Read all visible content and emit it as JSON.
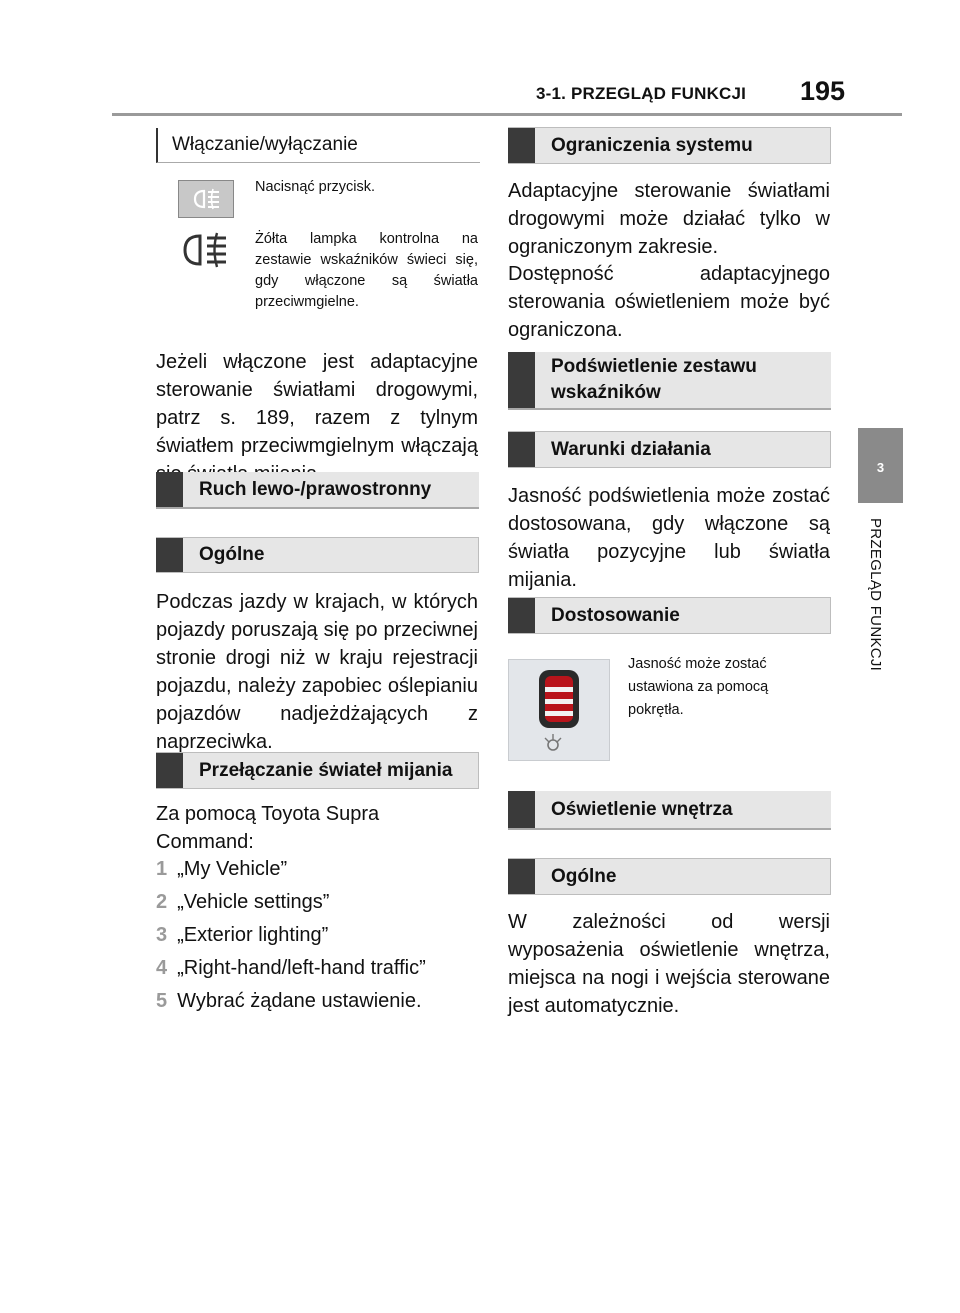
{
  "header": {
    "section": "3-1. PRZEGLĄD FUNKCJI",
    "page_number": "195"
  },
  "side_tab": {
    "number": "3",
    "label": "PRZEGLĄD FUNKCJI"
  },
  "left": {
    "switch_heading": "Włączanie/wyłączanie",
    "button_caption": "Nacisnąć przycisk.",
    "indicator_caption": "Żółta lampka kontrolna na zestawie wskaźników świeci się, gdy włączone są światła przeciwmgielne.",
    "adaptive_text": "Jeżeli włączone jest adaptacyjne sterowanie światłami drogowymi, patrz s. 189, razem z tylnym światłem przeciwmgielnym włączają się światła mijania.",
    "traffic_heading": "Ruch lewo-/prawostronny",
    "general_heading": "Ogólne",
    "general_text": "Podczas jazdy w krajach, w których pojazdy poruszają się po przeciwnej stronie drogi niż w kraju rejestracji pojazdu, należy zapobiec oślepianiu pojazdów nadjeżdżających z naprzeciwka.",
    "switch_lights_heading": "Przełączanie świateł mijania",
    "command_line1": "Za pomocą Toyota Supra",
    "command_line2": "Command:",
    "steps": [
      {
        "n": "1",
        "text": "„My Vehicle”"
      },
      {
        "n": "2",
        "text": "„Vehicle settings”"
      },
      {
        "n": "3",
        "text": "„Exterior lighting”"
      },
      {
        "n": "4",
        "text": "„Right-hand/left-hand traffic”"
      },
      {
        "n": "5",
        "text": "Wybrać żądane ustawienie."
      }
    ]
  },
  "right": {
    "limits_heading": "Ograniczenia systemu",
    "limits_text1": "Adaptacyjne sterowanie światłami drogowymi może działać tylko w ograniczonym zakresie.",
    "limits_text2": "Dostępność adaptacyjnego sterowania oświetleniem może być ograniczona.",
    "backlight_heading_l1": "Podświetlenie zestawu",
    "backlight_heading_l2": "wskaźników",
    "conditions_heading": "Warunki działania",
    "conditions_text": "Jasność podświetlenia może zostać dostosowana, gdy włączone są światła pozycyjne lub światła mijania.",
    "adjust_heading": "Dostosowanie",
    "adjust_caption": "Jasność może zostać ustawiona za pomocą pokrętła.",
    "interior_heading": "Oświetlenie wnętrza",
    "interior_general_heading": "Ogólne",
    "interior_text": "W zależności od wersji wyposażenia oświetlenie wnętrza, miejsca na nogi i wejścia sterowane jest automatycznie."
  },
  "icons": {
    "fog_button": "fog-light-icon",
    "fog_indicator": "fog-light-indicator-icon",
    "dimmer_knob": "dimmer-knob-icon"
  },
  "colors": {
    "heading_bar": "#3a3a3a",
    "heading_bg": "#e6e6e6",
    "tab": "#8a8a8a",
    "step_number": "#9a9a9a"
  }
}
